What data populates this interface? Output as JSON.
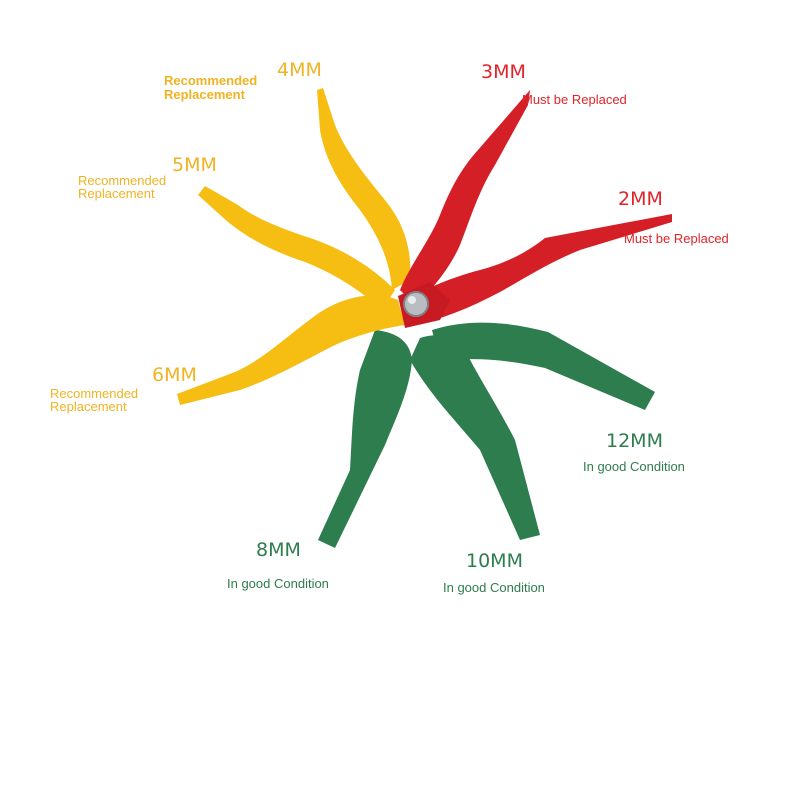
{
  "colors": {
    "yellow": "#f6be13",
    "yellow_dark": "#e3a40a",
    "yellow_text": "#f0b323",
    "red": "#d41f26",
    "red_dark": "#b3141b",
    "red_text": "#e0242a",
    "green": "#2e7d4e",
    "green_dark": "#23643d",
    "green_text": "#2e7d4e",
    "pivot": "#b9bcc0"
  },
  "gauges": [
    {
      "id": "2mm",
      "size": "2MM",
      "status": "Must be Replaced",
      "group": "red"
    },
    {
      "id": "3mm",
      "size": "3MM",
      "status": "Must be Replaced",
      "group": "red"
    },
    {
      "id": "4mm",
      "size": "4MM",
      "status_lines": [
        "Recommended",
        "Replacement"
      ],
      "group": "yellow"
    },
    {
      "id": "5mm",
      "size": "5MM",
      "status_lines": [
        "Recommended",
        "Replacement"
      ],
      "group": "yellow"
    },
    {
      "id": "6mm",
      "size": "6MM",
      "status_lines": [
        "Recommended",
        "Replacement"
      ],
      "group": "yellow"
    },
    {
      "id": "8mm",
      "size": "8MM",
      "status": "In good Condition",
      "group": "green"
    },
    {
      "id": "10mm",
      "size": "10MM",
      "status": "In good Condition",
      "group": "green"
    },
    {
      "id": "12mm",
      "size": "12MM",
      "status": "In good Condition",
      "group": "green"
    }
  ]
}
